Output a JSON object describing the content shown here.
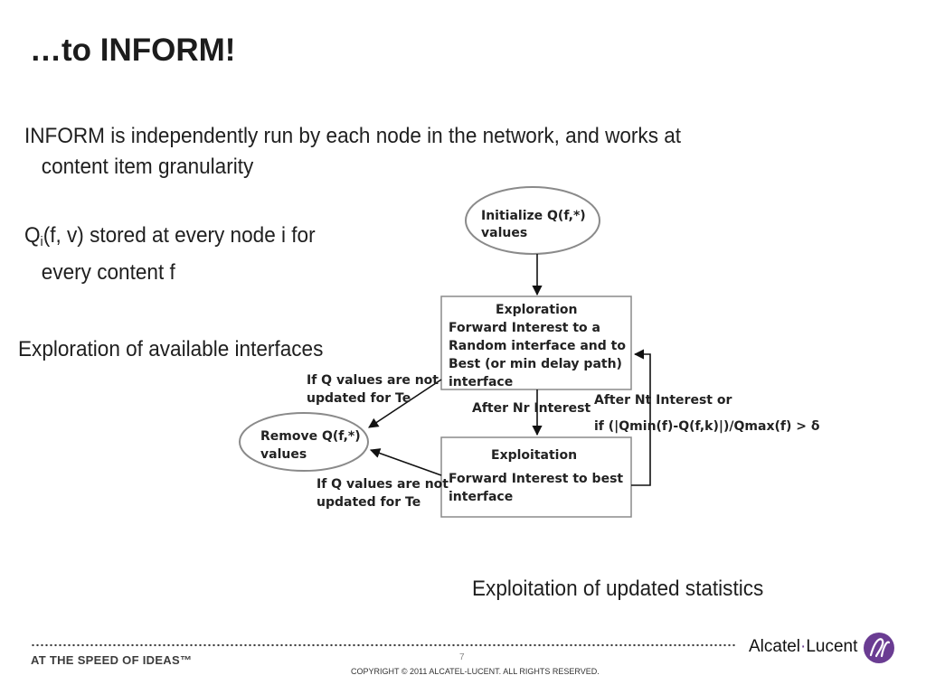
{
  "title": "…to INFORM!",
  "bullets": {
    "b1_line1": "INFORM is independently run by each node in the network, and works at",
    "b1_line2": "content item granularity",
    "b2_q": "Q",
    "b2_sub": "i",
    "b2_rest": "(f, v) stored at every node i for",
    "b2_line2": "every content f"
  },
  "annotations": {
    "exploration": "Exploration of available interfaces",
    "exploitation": "Exploitation of updated statistics"
  },
  "diagram": {
    "init": {
      "line1": "Initialize Q(f,*)",
      "line2": "values"
    },
    "exploration": {
      "heading": "Exploration",
      "line1": "Forward Interest to a",
      "line2": "Random interface and to",
      "line3": "Best (or min delay path)",
      "line4": "interface"
    },
    "exploitation": {
      "heading": "Exploitation",
      "line1": "Forward Interest to best",
      "line2": "interface"
    },
    "remove": {
      "line1": "Remove Q(f,*)",
      "line2": "values"
    },
    "cond_top": {
      "line1": "If Q values are not",
      "line2": "updated for Te"
    },
    "cond_bottom": {
      "line1": "If Q values are not",
      "line2": "updated for Te"
    },
    "after_nr": "After Nr Interest",
    "after_nt_line1": "After Nt Interest or",
    "after_nt_line2": "if (|Qmin(f)-Q(f,k)|)/Qmax(f) > δ"
  },
  "footer": {
    "slogan": "AT THE SPEED OF IDEAS™",
    "page": "7",
    "copyright": "COPYRIGHT © 2011 ALCATEL-LUCENT.  ALL RIGHTS RESERVED.",
    "brand_left": "Alcatel",
    "brand_dot": "·",
    "brand_right": "Lucent"
  },
  "colors": {
    "brand_purple": "#6a3c92"
  },
  "icons": {
    "logo": "alcatel-lucent-logo-icon"
  }
}
